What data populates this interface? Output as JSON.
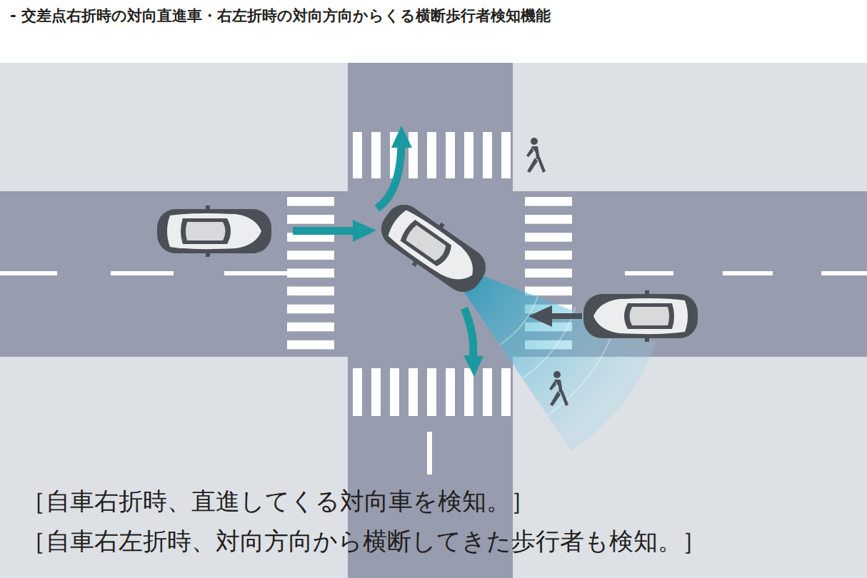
{
  "diagram": {
    "title": "- 交差点右折時の対向直進車・右左折時の対向方向からくる横断歩行者検知機能",
    "labels": [
      "［自車右折時、直進してくる対向車を検知。］",
      "［自車右左折時、対向方向から横断してきた歩行者も検知。］"
    ]
  }
}
